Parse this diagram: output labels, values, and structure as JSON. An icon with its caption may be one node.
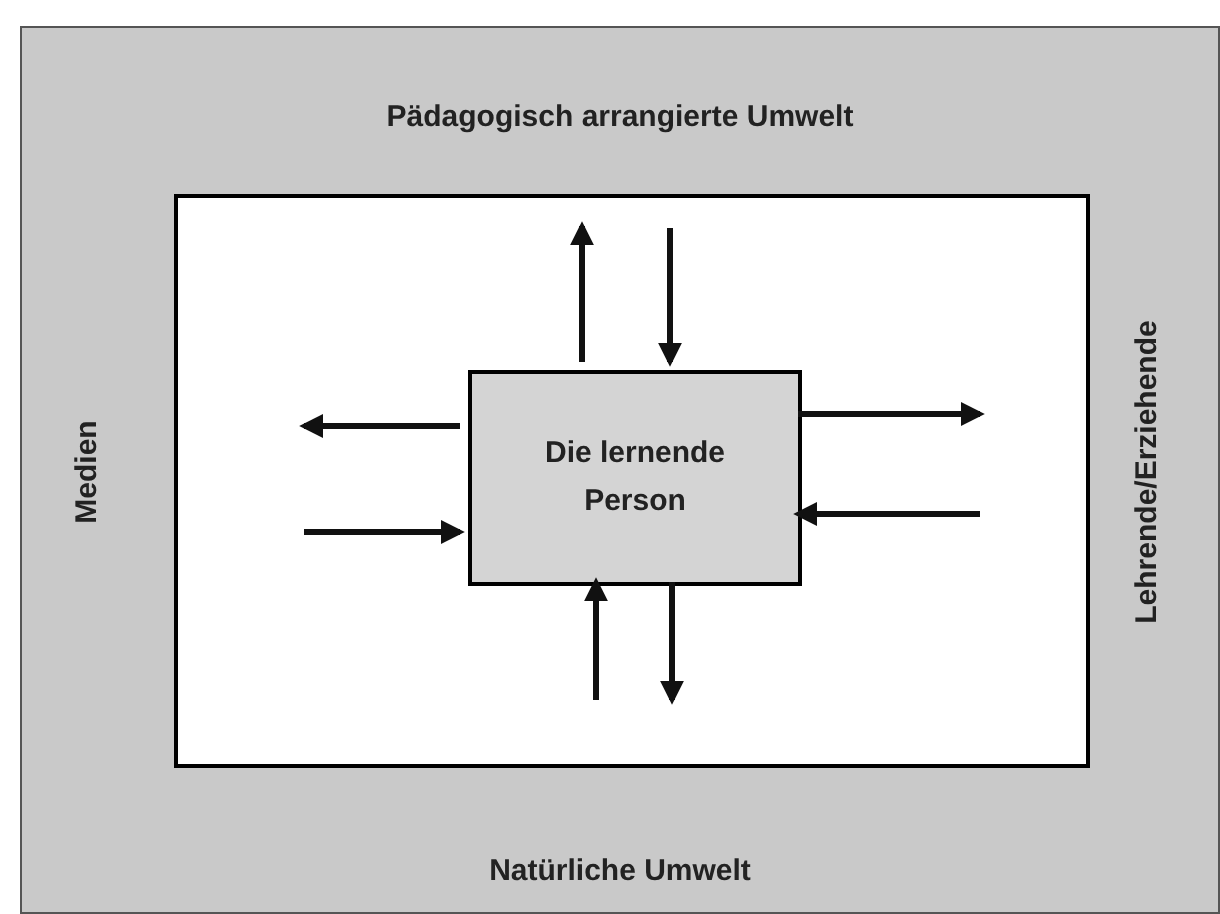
{
  "diagram": {
    "nodes": [
      {
        "text": [
          "Pädagogisch arrangierte Umwelt",
          "Medien",
          "Lehrende/Erziehende",
          "Natürliche Umwelt"
        ]
      },
      {
        "text": [],
        "shape": "box",
        "in": 0
      },
      {
        "text": [
          "Die lernende Person"
        ],
        "in": 1
      }
    ],
    "edges": [
      {
        "from": 2,
        "to": null,
        "arrow": "to"
      },
      {
        "from": null,
        "to": 2,
        "arrow": "to"
      },
      {
        "from": 2,
        "to": null,
        "arrow": "to"
      },
      {
        "from": null,
        "to": 2,
        "arrow": "to"
      },
      {
        "from": 2,
        "to": null,
        "arrow": "to"
      },
      {
        "from": null,
        "to": 2,
        "arrow": "to"
      },
      {
        "from": null,
        "to": 2,
        "arrow": "to"
      },
      {
        "from": 2,
        "to": null,
        "arrow": "to"
      }
    ]
  }
}
